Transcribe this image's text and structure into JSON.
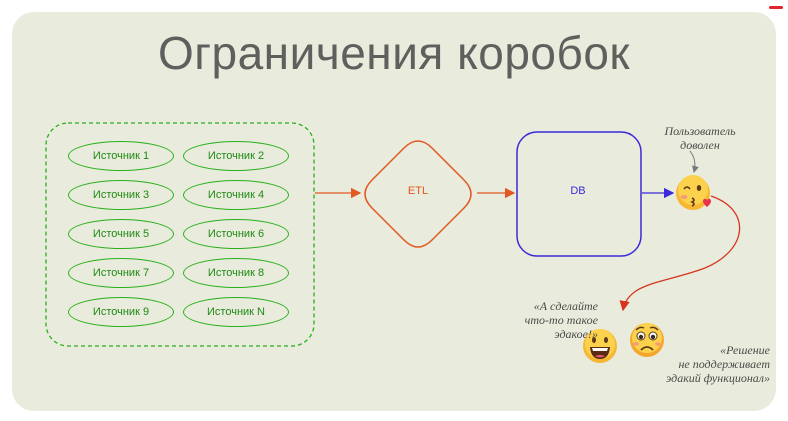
{
  "title": "Ограничения коробок",
  "sources": [
    "Источник 1",
    "Источник 2",
    "Источник 3",
    "Источник 4",
    "Источник 5",
    "Источник 6",
    "Источник 7",
    "Источник 8",
    "Источник 9",
    "Источник N"
  ],
  "nodes": {
    "etl": "ETL",
    "db": "DB"
  },
  "quotes": {
    "user_line1": "Пользователь",
    "user_line2": "доволен",
    "request_line1": "«А сделайте",
    "request_line2": "что-то такое",
    "request_line3": "эдакое!»",
    "answer_line1": "«Решение",
    "answer_line2": "не поддерживает",
    "answer_line3": "эдакий функционал»"
  },
  "emojis": {
    "user": "winking-face-with-kiss",
    "requester": "grinning-face",
    "developer": "worried-face"
  },
  "colors": {
    "background": "#e9ebdc",
    "sources": "#29b01c",
    "etl": "#e2581f",
    "db": "#3b2ad8",
    "title": "#5f605d"
  }
}
